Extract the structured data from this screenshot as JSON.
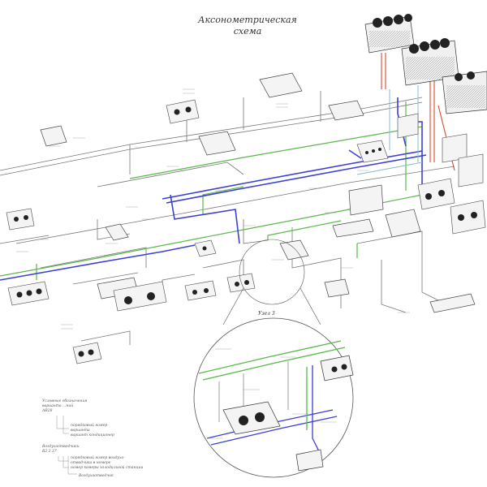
{
  "title": {
    "line1": "Аксонометрическая",
    "line2": "схема"
  },
  "detail_label": "Узел 3",
  "legend": {
    "group1_title": "Условные обозначения",
    "group1_subtitle": "варианта ...ний",
    "group1_code": "АВ28",
    "group1_note1": "порядковый номер",
    "group1_note2": "варианта",
    "group1_note3": "вариант кондиционер",
    "group2_title": "Воздухоотводчики",
    "group2_code": "В2 2 37",
    "group2_note1": "порядковый номер воздухо-",
    "group2_note2": "отводчика в номере",
    "group2_note3": "номер камеры холодильной станции",
    "group2_note4": "Воздухоотводчик"
  },
  "colors": {
    "supply_pipe": "#3b3fd6",
    "return_pipe": "#59b84a",
    "drain_pipe": "#8ab8d8",
    "refrigerant_line": "#d84a2a",
    "duct_outline": "#555555",
    "equipment_fill": "#f4f4f4"
  }
}
